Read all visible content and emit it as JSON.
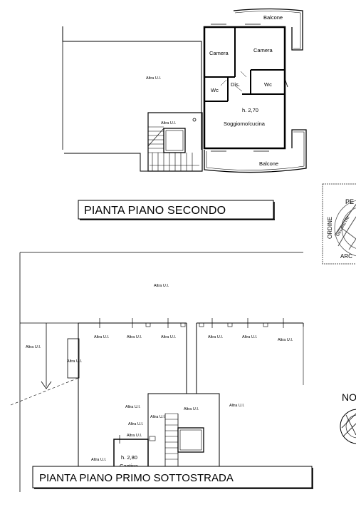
{
  "plans": {
    "upper": {
      "title": "PIANTA PIANO SECONDO",
      "rooms": {
        "camera_left": "Camera",
        "camera_right": "Camera",
        "balcone_top": "Balcone",
        "balcone_bottom": "Balcone",
        "wc_left": "Wc",
        "wc_right": "Wc",
        "dis": "Dis.",
        "height": "h. 2,70",
        "soggiorno": "Soggiorno/cucina",
        "other_unit_main": "Altra U.I.",
        "other_unit_stair": "Altra U.I."
      }
    },
    "lower": {
      "title": "PIANTA PIANO PRIMO SOTTOSTRADA",
      "labels": {
        "top": "Altra U.I.",
        "left": "Altra U.I.",
        "left_box": "Altra U.I.",
        "cell_1": "Altra U.I.",
        "cell_2": "Altra U.I.",
        "cell_3": "Altra U.I.",
        "cell_4": "Altra U.I.",
        "cell_5": "Altra U.I.",
        "cell_6": "Altra U.I.",
        "cell_7": "Altra U.I.",
        "mid_1": "Altra U.I.",
        "mid_2": "Altra U.I.",
        "mid_3": "Altra U.I.",
        "mid_4": "Altra U.I.",
        "mid_5": "Altra U.I.",
        "mid_6": "Altra U.I.",
        "bottom_left": "Altra U.I.",
        "height": "h. 2,80",
        "cantina": "Cantina"
      }
    }
  },
  "stamp": {
    "lines": [
      "ORDINE",
      "GEOMETRI",
      "PE",
      "ARC"
    ]
  },
  "north": {
    "label": "NO"
  }
}
